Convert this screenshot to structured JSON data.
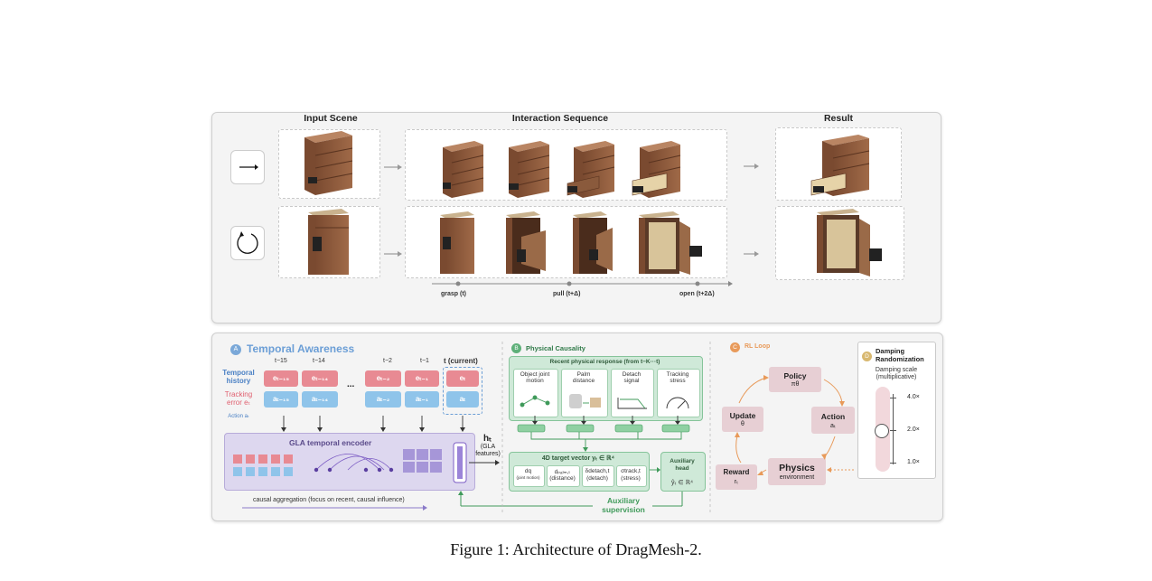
{
  "top": {
    "col_input": "Input Scene",
    "col_sequence": "Interaction Sequence",
    "col_result": "Result",
    "timeline": [
      "grasp (t)",
      "pull (t+Δ)",
      "open (t+2Δ)"
    ]
  },
  "bottom": {
    "A": {
      "badge": "A",
      "title": "Temporal Awareness",
      "times": [
        "t−15",
        "t−14",
        "t−2",
        "t−1",
        "t (current)"
      ],
      "temporal_history": "Temporal history",
      "tracking_error": "Tracking error eₜ",
      "action": "Action aₜ",
      "e_labels": [
        "eₜ₋₁₅",
        "eₜ₋₁₄",
        "eₜ₋₂",
        "eₜ₋₁",
        "eₜ"
      ],
      "a_labels": [
        "aₜ₋₁₅",
        "aₜ₋₁₄",
        "aₜ₋₂",
        "aₜ₋₁",
        "aₜ"
      ],
      "ellipsis": "...",
      "encoder": "GLA temporal encoder",
      "ht": "hₜ",
      "ht_sub": "(GLA features)",
      "causal": "causal aggregation (focus on recent, causal influence)"
    },
    "B": {
      "badge": "B",
      "title": "Physical Causality",
      "recent": "Recent physical response (from t−K···t)",
      "cards": [
        "Object joint motion",
        "Palm distance",
        "Detach signal",
        "Tracking stress"
      ],
      "target": "4D target vector  yₜ ∈ ℝ⁴",
      "cells": [
        {
          "top": "dq",
          "bottom": "(joint motion)"
        },
        {
          "top": "dₚₐₗₘ,ₜ",
          "bottom": "(distance)"
        },
        {
          "top": "δdetach,t",
          "bottom": "(detach)"
        },
        {
          "top": "σtrack,t",
          "bottom": "(stress)"
        }
      ],
      "aux_head": "Auxiliary head",
      "aux_formula": "ŷₜ ∈ ℝ⁴",
      "aux_sup": "Auxiliary supervision"
    },
    "C": {
      "badge": "C",
      "title": "RL Loop",
      "policy": "Policy",
      "policy_sub": "πθ",
      "action": "Action",
      "action_sub": "aₜ",
      "update": "Update",
      "update_sub": "θ",
      "reward": "Reward",
      "reward_sub": "rₜ",
      "physics": "Physics",
      "physics_sub": "environment"
    },
    "D": {
      "badge": "D",
      "title": "Damping Randomization",
      "scale": "Damping scale (multiplicative)",
      "ticks": [
        "4.0×",
        "2.0×",
        "1.0×"
      ],
      "slider_value": 2.0
    }
  },
  "caption": "Figure 1: Architecture of DragMesh-2.",
  "colors": {
    "pink": "#e88a93",
    "blue": "#8fc4ea",
    "purple": "#7c5cc4",
    "green": "#3f9a5a",
    "orange": "#e89a5a",
    "wood": "#8a5a3c"
  }
}
